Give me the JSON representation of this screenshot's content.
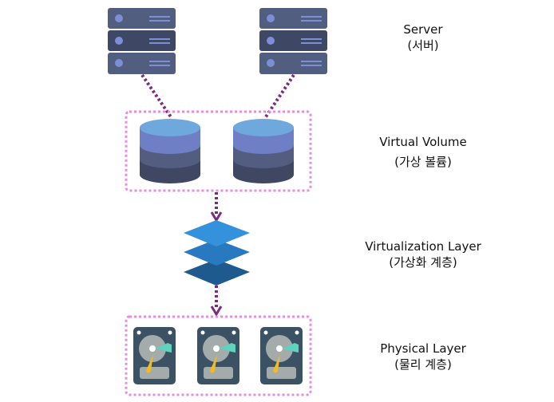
{
  "labels": {
    "server": {
      "title": "Server",
      "sub": "(서버)"
    },
    "virtual_volume": {
      "title": "Virtual Volume",
      "sub": "(가상 볼륨)"
    },
    "virtualization_layer": {
      "title": "Virtualization Layer",
      "sub": "(가상화 계층)"
    },
    "physical_layer": {
      "title": "Physical Layer",
      "sub": "(물리 계층)"
    }
  },
  "colors": {
    "server_light": "#525e80",
    "server_dark": "#3e4763",
    "connector": "#7b2a7e",
    "group_border": "#e58ee0",
    "cylinder_top": "#6ea8dc",
    "layer_top": "#3491db",
    "layer_bottom": "#1f5a8f",
    "drive_body": "#3b5265",
    "platter": "#a4abab",
    "head": "#5fd3be",
    "arm": "#f5b921"
  }
}
